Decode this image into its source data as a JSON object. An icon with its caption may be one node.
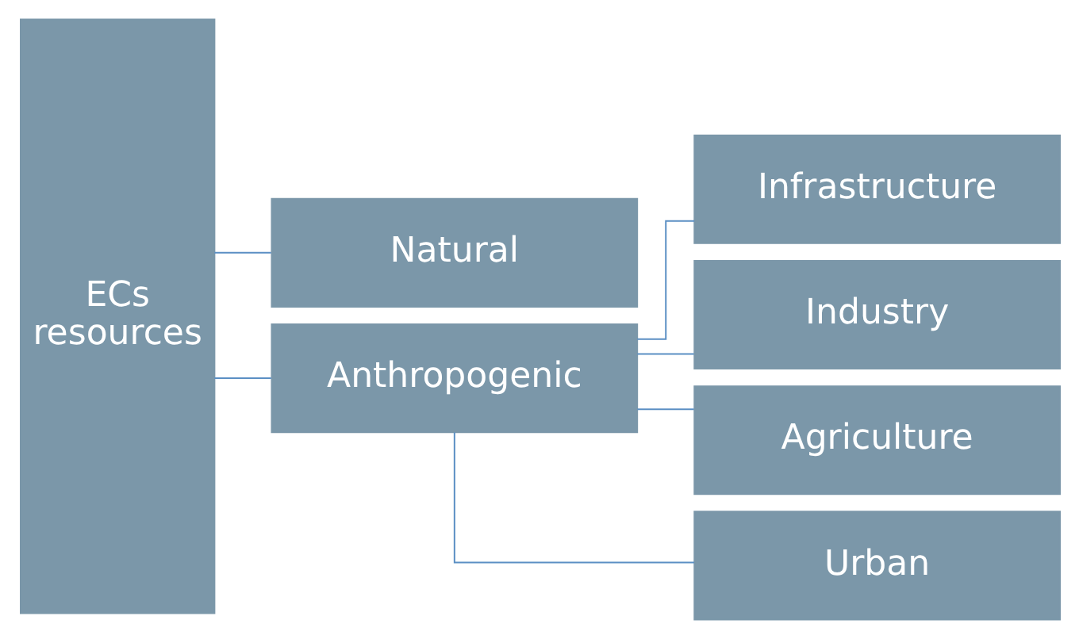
{
  "diagram": {
    "nodes": [
      {
        "text": [
          "ECs resources"
        ]
      },
      {
        "text": [
          "Natural"
        ]
      },
      {
        "text": [
          "Anthropogenic"
        ]
      },
      {
        "text": [
          "Infrastructure"
        ]
      },
      {
        "text": [
          "Industry"
        ]
      },
      {
        "text": [
          "Agriculture"
        ]
      },
      {
        "text": [
          "Urban"
        ]
      }
    ],
    "edges": [
      {
        "from": 0,
        "to": 1,
        "arrow": "none"
      },
      {
        "from": 0,
        "to": 2,
        "arrow": "none"
      },
      {
        "from": 2,
        "to": 3,
        "arrow": "none"
      },
      {
        "from": 2,
        "to": 4,
        "arrow": "none"
      },
      {
        "from": 2,
        "to": 5,
        "arrow": "none"
      },
      {
        "from": 2,
        "to": 6,
        "arrow": "none"
      }
    ]
  }
}
